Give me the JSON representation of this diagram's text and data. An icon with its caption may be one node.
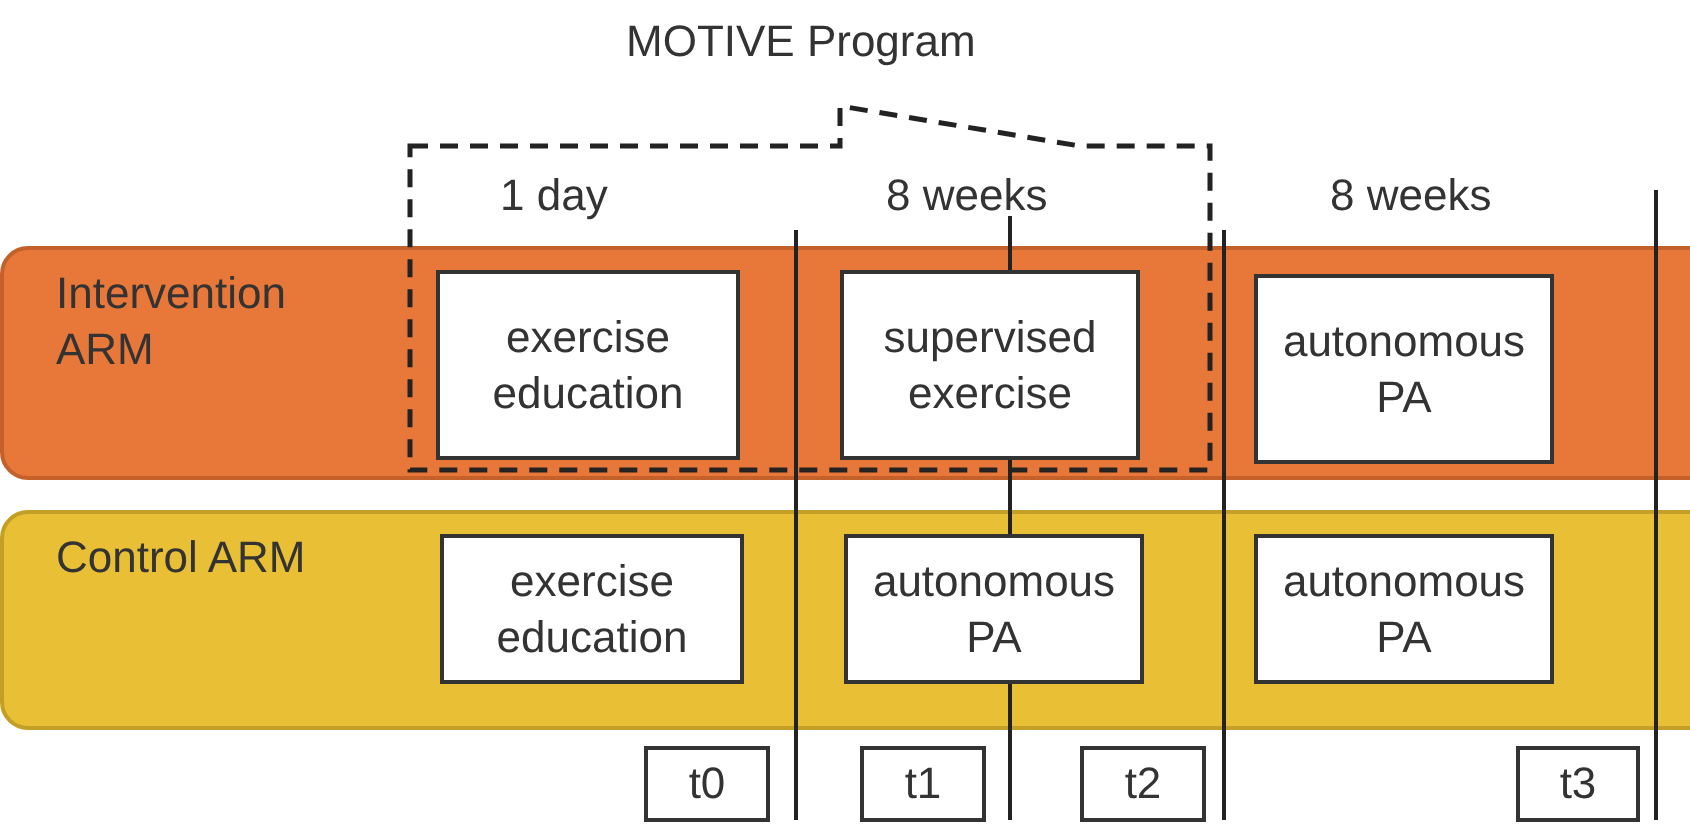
{
  "diagram": {
    "nodes": [
      {
        "text": [
          "MOTIVE Program"
        ]
      },
      {
        "text": [
          "Intervention ARM"
        ]
      },
      {
        "text": [
          "exercise education"
        ]
      },
      {
        "text": [
          "supervised exercise"
        ]
      },
      {
        "text": [
          "autonomous PA"
        ],
        "in": 1
      },
      {
        "text": [
          "Control ARM"
        ]
      },
      {
        "text": [
          "exercise education"
        ],
        "in": 5
      },
      {
        "text": [
          "autonomous PA"
        ],
        "in": 5
      },
      {
        "text": [
          "autonomous PA"
        ],
        "in": 5
      },
      {
        "text": [
          "t0"
        ]
      },
      {
        "text": [
          "t1"
        ]
      },
      {
        "text": [
          "t2"
        ]
      },
      {
        "text": [
          "t3"
        ]
      }
    ],
    "edges": [],
    "labels": [
      "1 day",
      "8 weeks",
      "8 weeks"
    ]
  }
}
